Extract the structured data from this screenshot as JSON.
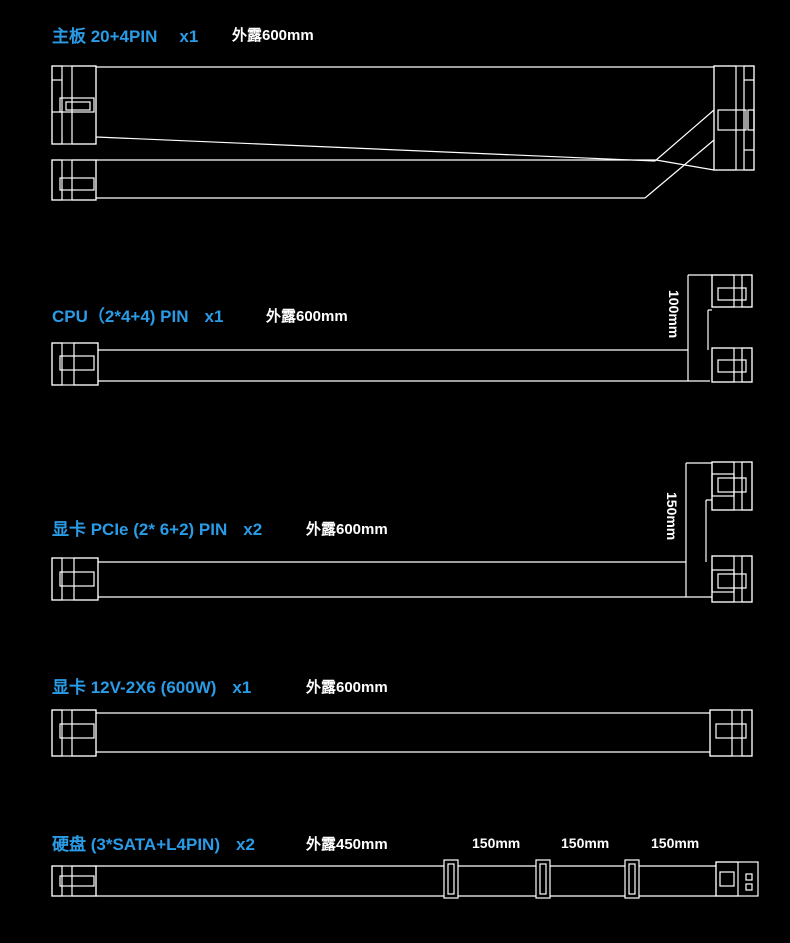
{
  "cables": [
    {
      "title": "主板 20+4PIN",
      "qty": "x1",
      "exposed": "外露600mm"
    },
    {
      "title": "CPU（2*4+4) PIN",
      "qty": "x1",
      "exposed": "外露600mm",
      "split_label": "100mm"
    },
    {
      "title": "显卡 PCIe (2* 6+2) PIN",
      "qty": "x2",
      "exposed": "外露600mm",
      "split_label": "150mm"
    },
    {
      "title": "显卡 12V-2X6 (600W)",
      "qty": "x1",
      "exposed": "外露600mm"
    },
    {
      "title": "硬盘 (3*SATA+L4PIN)",
      "qty": "x2",
      "exposed": "外露450mm",
      "segments": [
        "150mm",
        "150mm",
        "150mm"
      ]
    }
  ],
  "colors": {
    "title": "#2a9be6",
    "line": "#ffffff",
    "background": "#000000"
  }
}
